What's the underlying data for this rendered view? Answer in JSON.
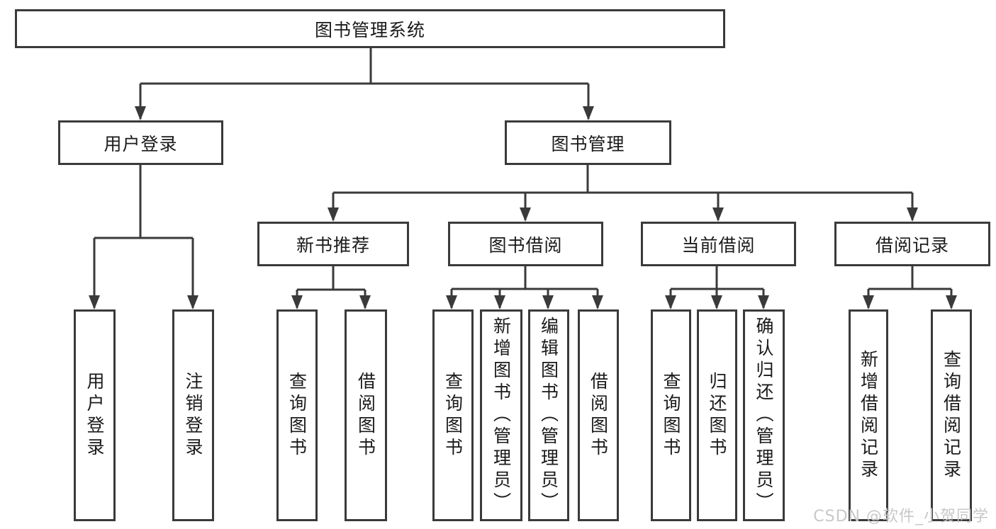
{
  "diagram_title": "图书管理系统",
  "tree": {
    "label": "图书管理系统",
    "children": [
      {
        "label": "用户登录",
        "children": [
          {
            "label": "用户登录"
          },
          {
            "label": "注销登录"
          }
        ]
      },
      {
        "label": "图书管理",
        "children": [
          {
            "label": "新书推荐",
            "children": [
              {
                "label": "查询图书"
              },
              {
                "label": "借阅图书"
              }
            ]
          },
          {
            "label": "图书借阅",
            "children": [
              {
                "label": "查询图书"
              },
              {
                "label": "新增图书（管理员）"
              },
              {
                "label": "编辑图书（管理员）"
              },
              {
                "label": "借阅图书"
              }
            ]
          },
          {
            "label": "当前借阅",
            "children": [
              {
                "label": "查询图书"
              },
              {
                "label": "归还图书"
              },
              {
                "label": "确认归还（管理员）"
              }
            ]
          },
          {
            "label": "借阅记录",
            "children": [
              {
                "label": "新增借阅记录"
              },
              {
                "label": "查询借阅记录"
              }
            ]
          }
        ]
      }
    ]
  },
  "watermark": "CSDN @软件_小贺同学",
  "colors": {
    "line": "#3a3a3a",
    "box_border": "#3a3a3a",
    "text": "#1a1a1a",
    "background": "#ffffff",
    "watermark": "#c8c8c8"
  }
}
